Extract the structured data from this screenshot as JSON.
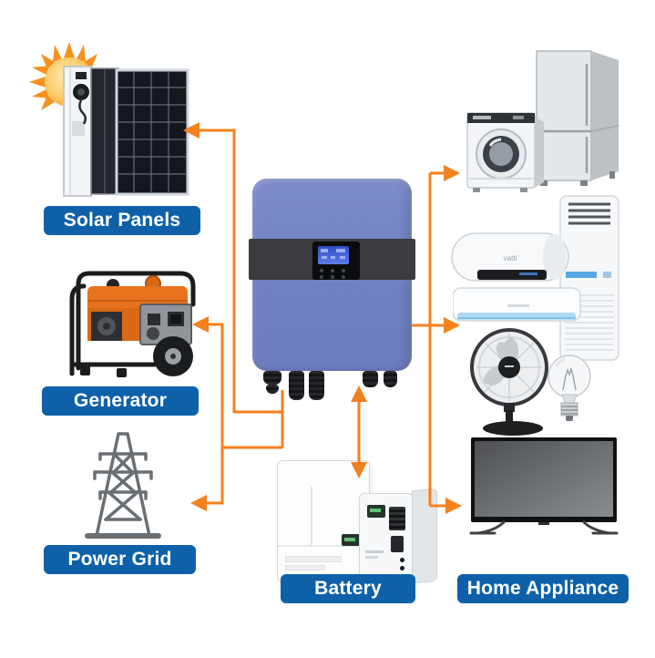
{
  "colors": {
    "accent_orange": "#F5801E",
    "label_blue": "#0E61A9",
    "label_text": "#FFFFFF",
    "inverter_blue": "#7083C0",
    "inverter_band": "#3A3A3F",
    "tower_gray": "#6A6F74",
    "sun_orange": "#F6921E"
  },
  "labels": {
    "solar_panels": "Solar Panels",
    "generator": "Generator",
    "power_grid": "Power Grid",
    "battery": "Battery",
    "home_appliance": "Home Appliance"
  },
  "brand": {
    "water_heater": "vatti"
  },
  "components": [
    {
      "id": "sun",
      "name": "sun-icon"
    },
    {
      "id": "solar_panels",
      "name": "solar-panels-image"
    },
    {
      "id": "generator",
      "name": "portable-generator-image"
    },
    {
      "id": "power_grid",
      "name": "transmission-tower-icon"
    },
    {
      "id": "inverter",
      "name": "hybrid-inverter-image"
    },
    {
      "id": "battery",
      "name": "wall-battery-units-image"
    },
    {
      "id": "washing_machine",
      "name": "washing-machine-image"
    },
    {
      "id": "refrigerator",
      "name": "refrigerator-image"
    },
    {
      "id": "water_heater",
      "name": "water-heater-image"
    },
    {
      "id": "wall_ac",
      "name": "wall-air-conditioner-image"
    },
    {
      "id": "floor_ac",
      "name": "floor-air-conditioner-image"
    },
    {
      "id": "fan",
      "name": "table-fan-image"
    },
    {
      "id": "light_bulb",
      "name": "light-bulb-image"
    },
    {
      "id": "tv",
      "name": "television-image"
    }
  ],
  "connections": [
    {
      "from": "inverter",
      "to": "solar_panels",
      "style": "arrow-left"
    },
    {
      "from": "inverter",
      "to": "generator",
      "style": "arrow-left"
    },
    {
      "from": "inverter",
      "to": "power_grid",
      "style": "arrow-left"
    },
    {
      "from": "inverter",
      "to": "battery",
      "style": "double-arrow-vertical"
    },
    {
      "from": "inverter",
      "to": "washing_machine",
      "style": "arrow-right"
    },
    {
      "from": "inverter",
      "to": "wall_ac",
      "style": "arrow-right"
    },
    {
      "from": "inverter",
      "to": "tv",
      "style": "arrow-right"
    }
  ]
}
